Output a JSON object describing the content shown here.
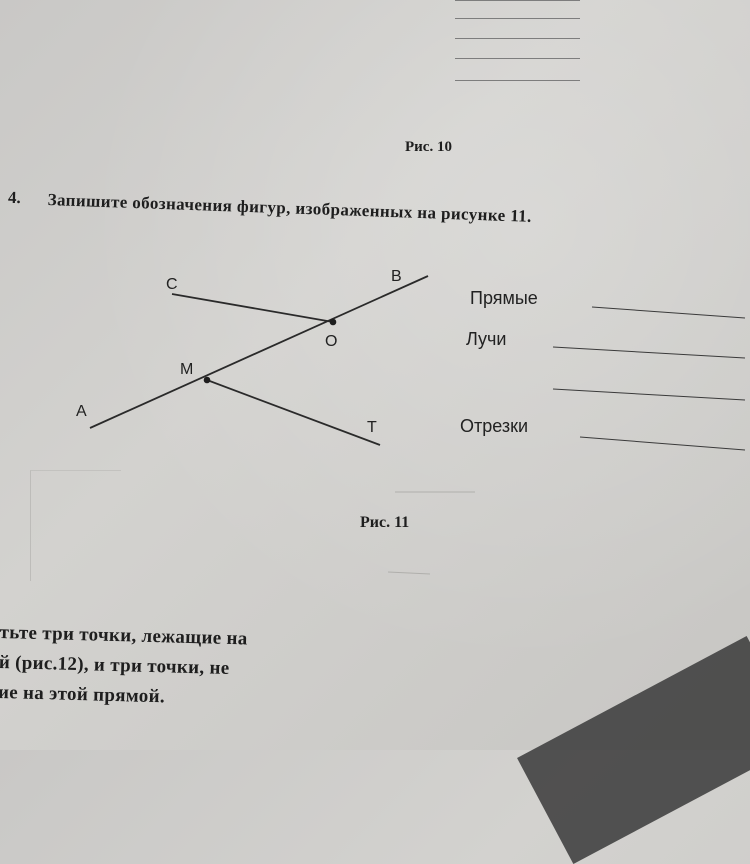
{
  "top_figure": {
    "caption": "Рис. 10"
  },
  "task": {
    "number": "4.",
    "text": "Запишите обозначения фигур, изображенных на рисунке 11."
  },
  "figure": {
    "caption": "Рис. 11",
    "points": {
      "C": "C",
      "B": "B",
      "O": "O",
      "M": "M",
      "A": "A",
      "T": "T"
    }
  },
  "answers": {
    "lines_label": "Прямые",
    "rays_label": "Лучи",
    "segments_label": "Отрезки"
  },
  "next_task": {
    "line1": "тьте три точки, лежащие на",
    "line2": "й (рис.12), и три точки, не",
    "line3": "ие на этой прямой."
  }
}
